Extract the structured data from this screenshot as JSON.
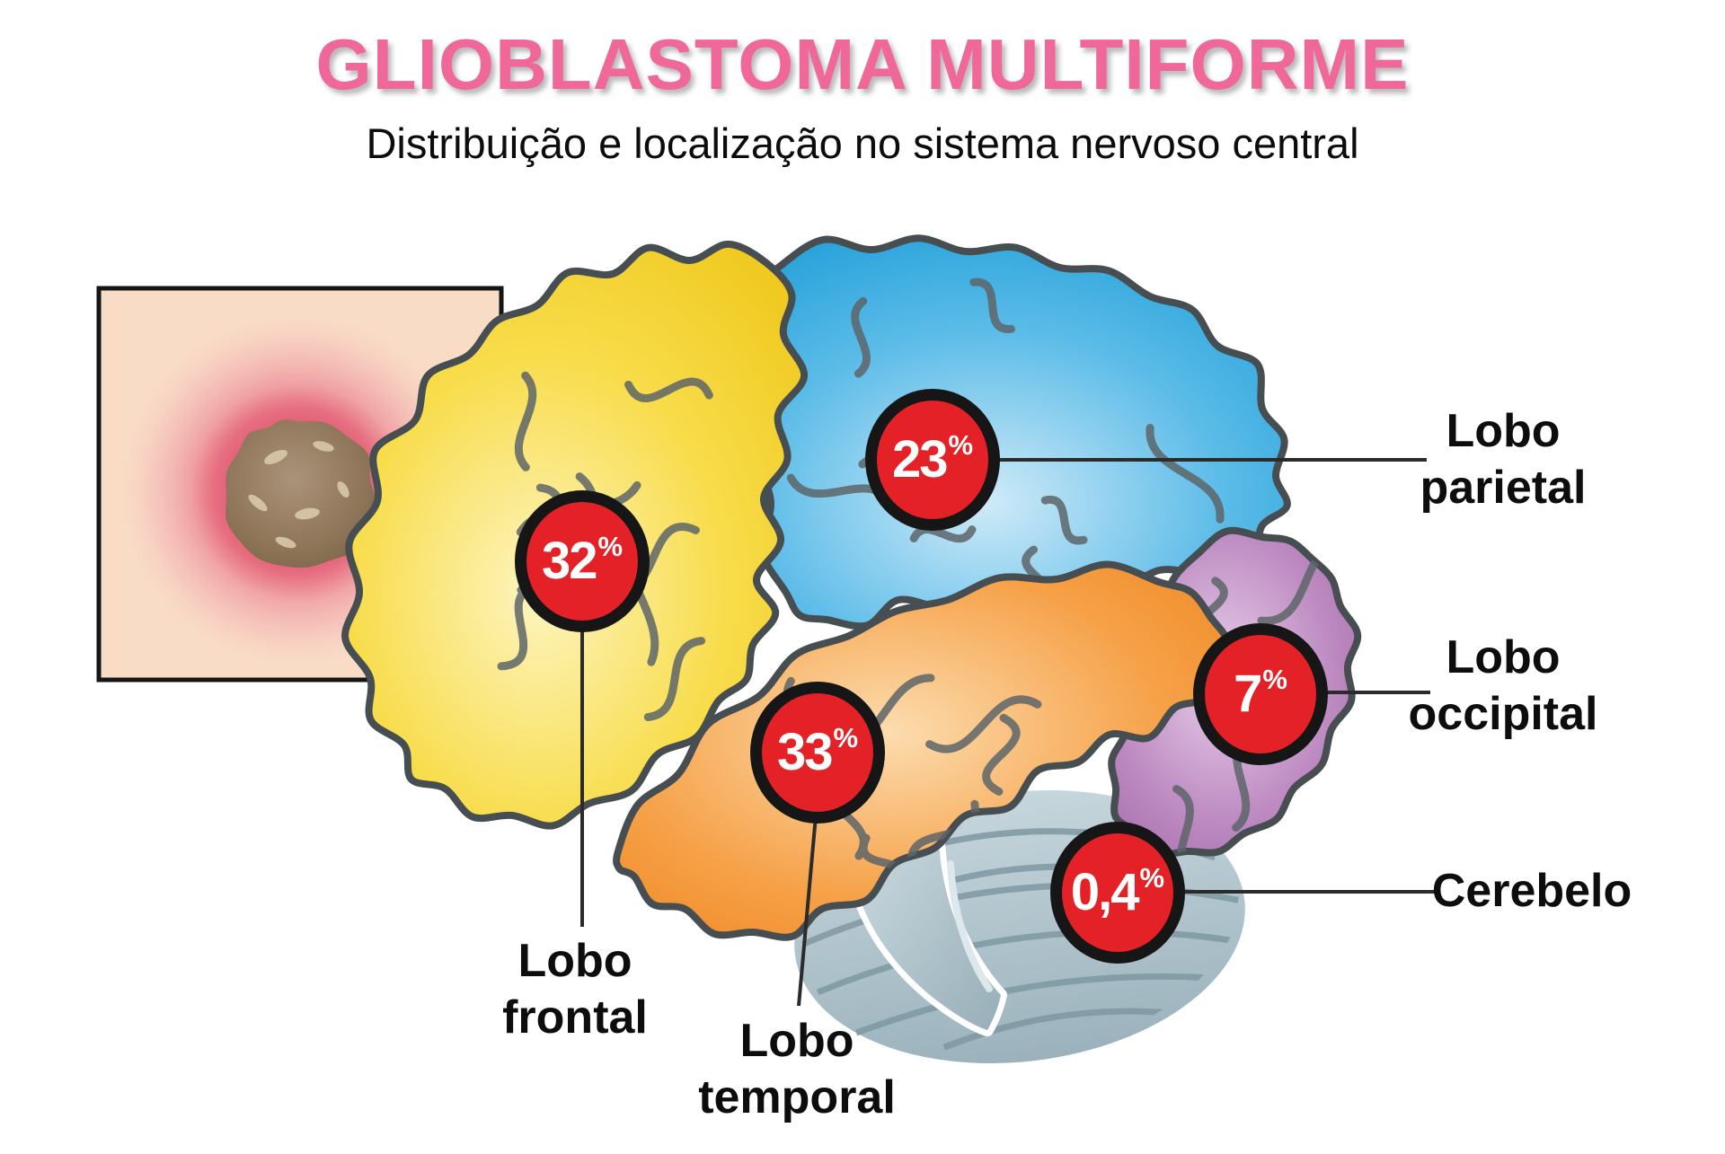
{
  "header": {
    "title": "GLIOBLASTOMA MULTIFORME",
    "subtitle": "Distribuição e localização no sistema nervoso central"
  },
  "markers": [
    {
      "region": "frontal",
      "value": "32",
      "unit": "%"
    },
    {
      "region": "parietal",
      "value": "23",
      "unit": "%"
    },
    {
      "region": "temporal",
      "value": "33",
      "unit": "%"
    },
    {
      "region": "occipital",
      "value": "7",
      "unit": "%"
    },
    {
      "region": "cerebelo",
      "value": "0,4",
      "unit": "%"
    }
  ],
  "labels": [
    {
      "region": "parietal",
      "lines": [
        "Lobo",
        "parietal"
      ]
    },
    {
      "region": "occipital",
      "lines": [
        "Lobo",
        "occipital"
      ]
    },
    {
      "region": "cerebelo",
      "lines": [
        "Cerebelo"
      ]
    },
    {
      "region": "frontal",
      "lines": [
        "Lobo",
        "frontal"
      ]
    },
    {
      "region": "temporal",
      "lines": [
        "Lobo",
        "temporal"
      ]
    }
  ],
  "colors": {
    "title_pink": "#f0689a",
    "marker_red": "#e32126",
    "marker_border": "#161616",
    "frontal_yellow": "#f5d226",
    "parietal_blue": "#2aa9e0",
    "temporal_orange": "#f59431",
    "occipital_purple": "#b27cb6",
    "cerebellum_gray": "#a9bfc9",
    "inset_background": "#f9dcc6",
    "glow_red": "#e2496a",
    "tumor_brown": "#8d7457",
    "outline_gray": "#474e52",
    "text_black": "#0d0d0d",
    "connector_line": "#2b2b2b"
  }
}
